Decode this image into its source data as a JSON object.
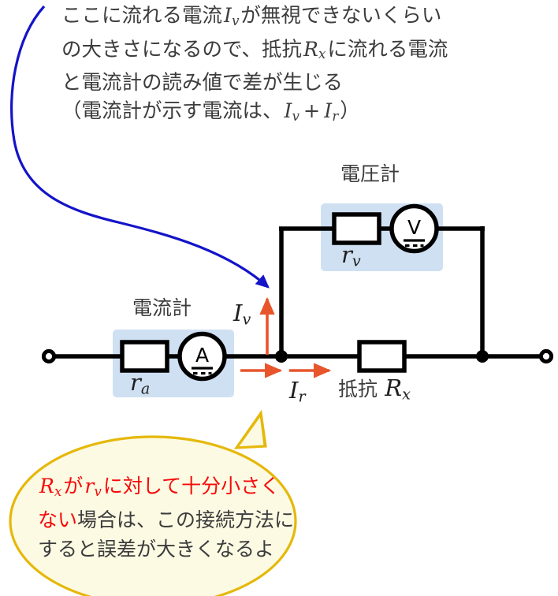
{
  "diagram": {
    "title_top_note": "ここに流れる電流 Iv が無視できないくらいの大きさになるので、抵抗 Rx に流れる電流と電流計の読み値で差が生じる（電流計が示す電流は、Iv + Ir）",
    "top_note": {
      "line1_a": "ここに流れる電流",
      "line1_var": "I",
      "line1_var_sub": "v",
      "line1_b": "が無視できないくらい",
      "line2_a": "の大きさになるので、抵抗",
      "line2_var": "R",
      "line2_var_sub": "x",
      "line2_b": "に流れる電流",
      "line3": "と電流計の読み値で差が生じる",
      "line4_a": "（電流計が示す電流は、",
      "line4_var1": "I",
      "line4_var1_sub": "v",
      "line4_op": "+",
      "line4_var2": "I",
      "line4_var2_sub": "r",
      "line4_b": "）"
    },
    "labels": {
      "ammeter_title": "電流計",
      "voltmeter_title": "電圧計",
      "ammeter_resistance": "r",
      "ammeter_resistance_sub": "a",
      "voltmeter_resistance": "r",
      "voltmeter_resistance_sub": "v",
      "current_through_voltmeter": "I",
      "current_through_voltmeter_sub": "v",
      "current_through_resistor": "I",
      "current_through_resistor_sub": "r",
      "resistor_prefix": "抵抗",
      "resistor_symbol": "R",
      "resistor_symbol_sub": "x",
      "ammeter_glyph": "A",
      "voltmeter_glyph": "V"
    },
    "bubble": {
      "line1_var1": "R",
      "line1_var1_sub": "x",
      "line1_a": "が",
      "line1_var2": "r",
      "line1_var2_sub": "v",
      "line1_b": "に対して十分小さく",
      "line2_red": "ない",
      "line2_black": "場合は、この接続方法に",
      "line3": "すると誤差が大きくなるよ"
    },
    "colors": {
      "wire": "#000000",
      "highlight_box": "#cfe0f2",
      "arrow_orange": "#e8552b",
      "pointer_blue": "#1414c8",
      "bubble_fill": "#fdfae3",
      "bubble_border": "#e5b80b",
      "bubble_red_text": "#f60a0a",
      "body_text": "#3c3c3c"
    },
    "icons": {
      "ammeter": "ammeter-icon",
      "voltmeter": "voltmeter-icon",
      "dc_marker": "dc-current-icon",
      "open_terminal": "terminal-node-icon",
      "junction": "junction-dot-icon"
    }
  }
}
